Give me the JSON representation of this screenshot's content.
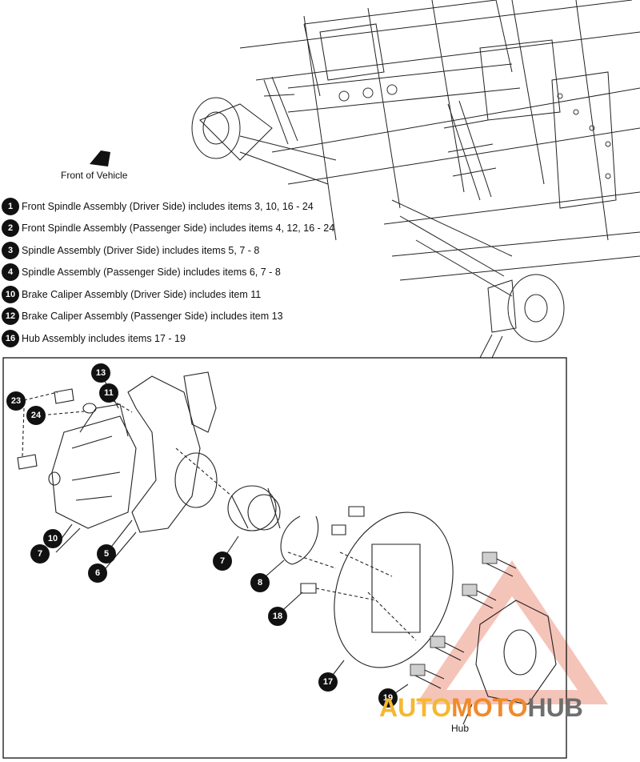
{
  "front_of_vehicle_label": "Front of Vehicle",
  "legend": [
    {
      "num": "1",
      "text": "Front Spindle Assembly (Driver Side) includes items 3, 10, 16 - 24"
    },
    {
      "num": "2",
      "text": "Front Spindle Assembly (Passenger Side) includes items 4, 12, 16 - 24"
    },
    {
      "num": "3",
      "text": "Spindle Assembly (Driver Side) includes items 5, 7 - 8"
    },
    {
      "num": "4",
      "text": "Spindle Assembly (Passenger Side) includes items 6, 7 - 8"
    },
    {
      "num": "10",
      "text": "Brake Caliper Assembly (Driver Side) includes item 11"
    },
    {
      "num": "12",
      "text": "Brake Caliper Assembly (Passenger Side) includes item 13"
    },
    {
      "num": "16",
      "text": "Hub Assembly includes items 17 - 19"
    }
  ],
  "callouts": {
    "c13": "13",
    "c11": "11",
    "c23": "23",
    "c24": "24",
    "c10": "10",
    "c7a": "7",
    "c5": "5",
    "c6": "6",
    "c7b": "7",
    "c8": "8",
    "c18": "18",
    "c17": "17",
    "c19": "19"
  },
  "hub_label": "Hub",
  "watermark": {
    "auto": "AUTO",
    "moto": "MOTO",
    "hub": "HUB"
  }
}
